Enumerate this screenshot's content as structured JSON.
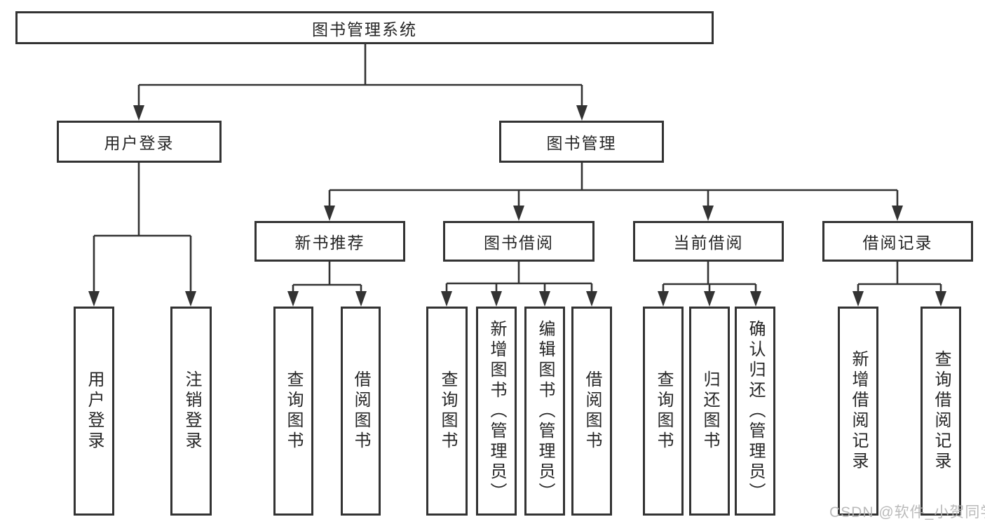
{
  "colors": {
    "line": "#333333",
    "text": "#262626",
    "watermark": "#b3b3b3",
    "background": "#ffffff"
  },
  "tree": {
    "label": "图书管理系统",
    "children": [
      {
        "label": "用户登录",
        "children": [
          {
            "label": "用户登录"
          },
          {
            "label": "注销登录"
          }
        ]
      },
      {
        "label": "图书管理",
        "children": [
          {
            "label": "新书推荐",
            "children": [
              {
                "label": "查询图书"
              },
              {
                "label": "借阅图书"
              }
            ]
          },
          {
            "label": "图书借阅",
            "children": [
              {
                "label": "查询图书"
              },
              {
                "label": "新增图书（管理员）"
              },
              {
                "label": "编辑图书（管理员）"
              },
              {
                "label": "借阅图书"
              }
            ]
          },
          {
            "label": "当前借阅",
            "children": [
              {
                "label": "查询图书"
              },
              {
                "label": "归还图书"
              },
              {
                "label": "确认归还（管理员）"
              }
            ]
          },
          {
            "label": "借阅记录",
            "children": [
              {
                "label": "新增借阅记录"
              },
              {
                "label": "查询借阅记录"
              }
            ]
          }
        ]
      }
    ]
  },
  "watermark": {
    "text": "CSDN @软件_小贺同学"
  }
}
